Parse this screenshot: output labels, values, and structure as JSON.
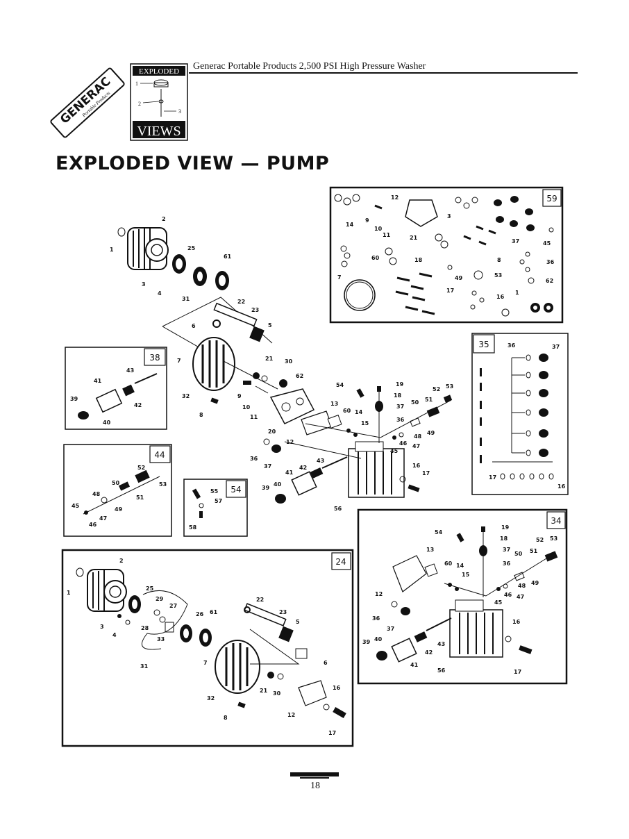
{
  "header": {
    "title": "Generac Portable Products 2,500 PSI High Pressure Washer"
  },
  "logo": {
    "brand": "GENERAC",
    "sub": "Portable Products"
  },
  "badge": {
    "top": "EXPLODED",
    "bottom": "VIEWS",
    "nums": [
      "1",
      "2",
      "3"
    ]
  },
  "page": {
    "title": "EXPLODED VIEW — PUMP",
    "number": "18"
  },
  "boxes": {
    "b59": "59",
    "b35": "35",
    "b38": "38",
    "b44": "44",
    "b54": "54",
    "b24": "24",
    "b34": "34"
  },
  "labels": {
    "main": [
      "1",
      "2",
      "3",
      "4",
      "25",
      "31",
      "61",
      "22",
      "23",
      "6",
      "5",
      "7",
      "21",
      "30",
      "32",
      "9",
      "10",
      "11",
      "8",
      "62",
      "20",
      "12",
      "13",
      "60",
      "14",
      "15",
      "54",
      "19",
      "18",
      "37",
      "36",
      "52",
      "53",
      "50",
      "51",
      "48",
      "49",
      "46",
      "47",
      "45",
      "36",
      "37",
      "16",
      "17",
      "41",
      "42",
      "43",
      "39",
      "40",
      "56"
    ],
    "b59": [
      "14",
      "9",
      "10",
      "11",
      "12",
      "3",
      "37",
      "45",
      "21",
      "8",
      "60",
      "18",
      "36",
      "49",
      "53",
      "7",
      "17",
      "16",
      "1",
      "62"
    ],
    "b35": [
      "36",
      "37",
      "17",
      "16"
    ],
    "b38": [
      "43",
      "41",
      "42",
      "39",
      "40"
    ],
    "b44": [
      "52",
      "53",
      "50",
      "51",
      "48",
      "49",
      "45",
      "47",
      "46"
    ],
    "b54": [
      "55",
      "57",
      "58"
    ],
    "b24": [
      "2",
      "1",
      "25",
      "29",
      "27",
      "28",
      "26",
      "61",
      "3",
      "4",
      "33",
      "31",
      "22",
      "23",
      "5",
      "7",
      "6",
      "32",
      "21",
      "30",
      "8",
      "12",
      "16",
      "17"
    ],
    "b34": [
      "54",
      "19",
      "18",
      "37",
      "36",
      "13",
      "60",
      "14",
      "15",
      "52",
      "53",
      "51",
      "50",
      "48",
      "49",
      "46",
      "47",
      "45",
      "12",
      "36",
      "37",
      "43",
      "39",
      "40",
      "42",
      "41",
      "56",
      "16",
      "17"
    ]
  }
}
